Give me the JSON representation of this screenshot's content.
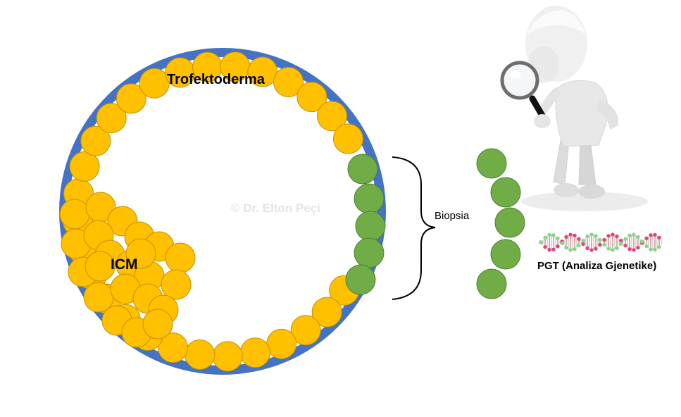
{
  "labels": {
    "trofektoderma": "Trofektoderma",
    "icm": "ICM",
    "watermark": "© Dr. Elton Peçi",
    "biopsia": "Biopsia",
    "pgt": "PGT (Analiza Gjenetike)"
  },
  "colors": {
    "zona": "#4472c4",
    "trophectoderm_cell": "#ffc000",
    "cell_outline": "#c49000",
    "biopsy_cell": "#70ad47",
    "biopsy_outline": "#507e32",
    "dna_pink": "#e0457b",
    "dna_green": "#8fd18f"
  },
  "icons": [
    "magnifying-glass-icon",
    "dna-icon",
    "person-figure-icon"
  ]
}
